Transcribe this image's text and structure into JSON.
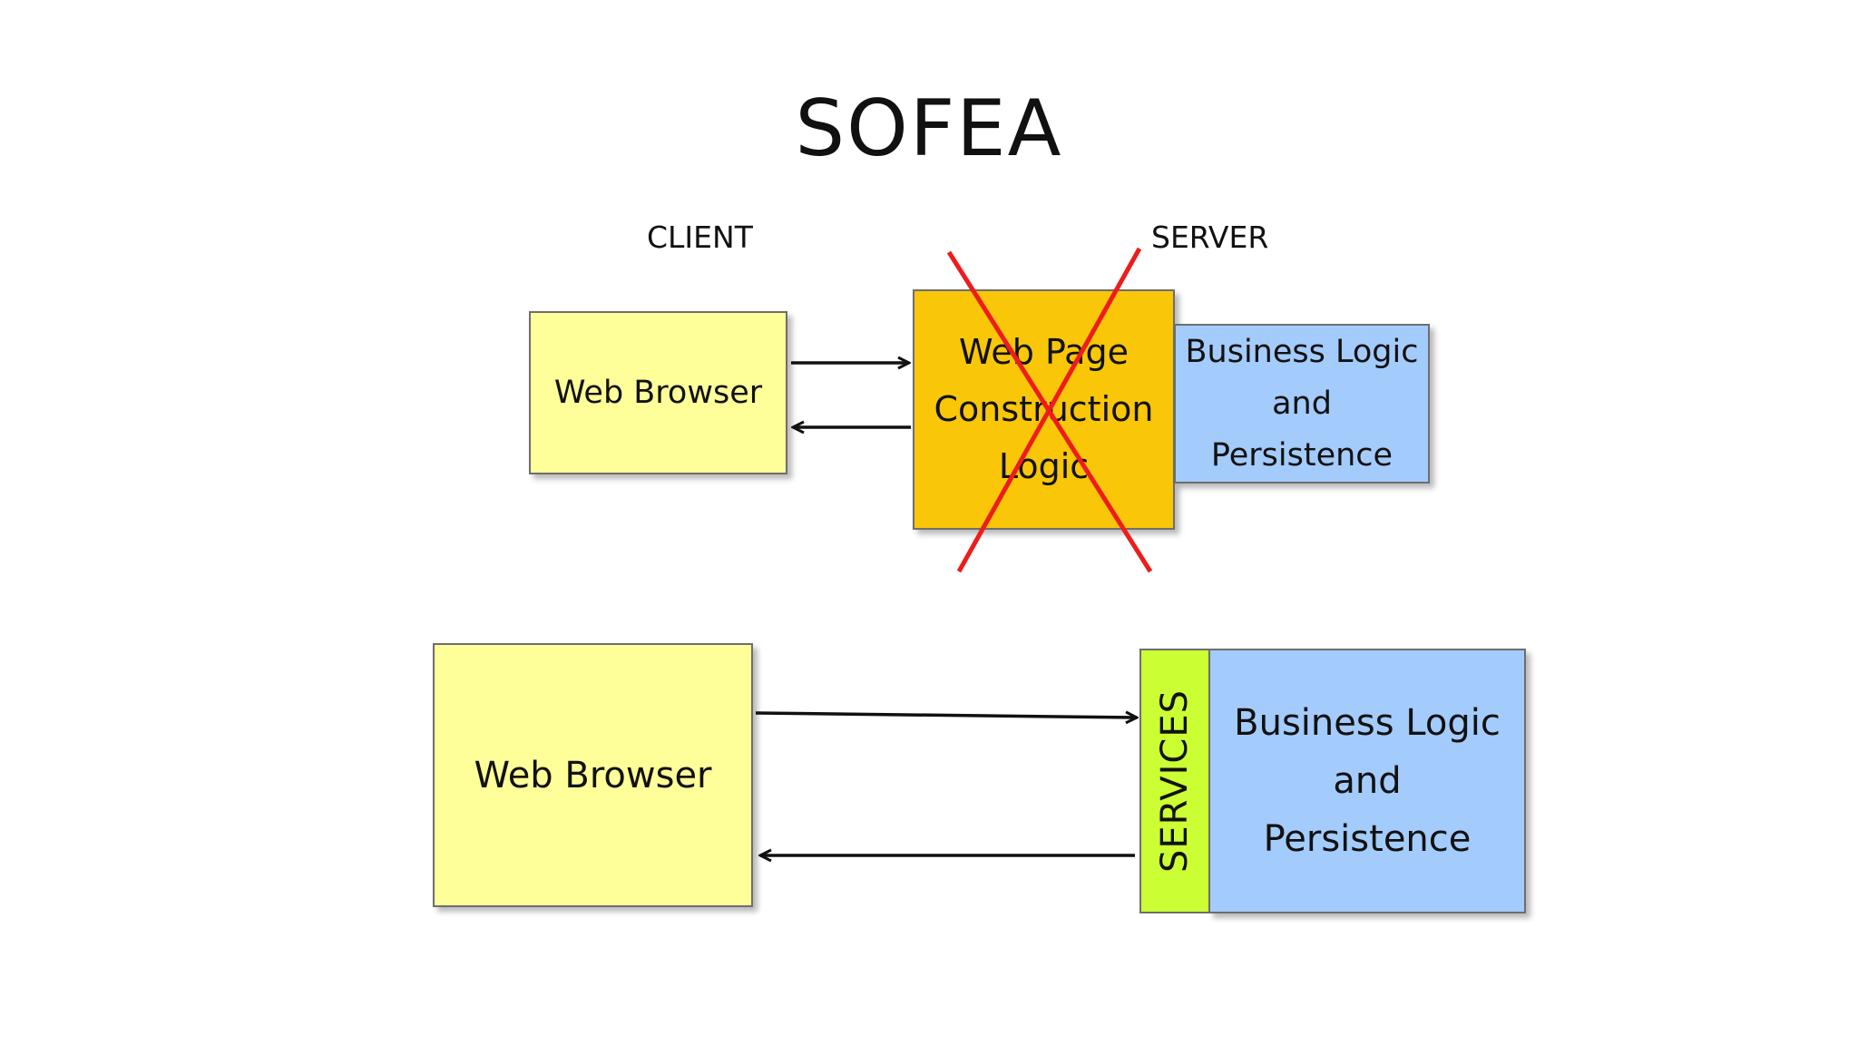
{
  "title": "SOFEA",
  "top_diagram": {
    "client_label": "CLIENT",
    "server_label": "SERVER",
    "browser_label": "Web Browser",
    "construction_label": "Web Page\nConstruction\nLogic",
    "business_label": "Business Logic\nand\nPersistence"
  },
  "bottom_diagram": {
    "browser_label": "Web Browser",
    "services_label": "SERVICES",
    "business_label": "Business Logic\nand\nPersistence"
  },
  "colors": {
    "browser_fill": "#ffff99",
    "construction_fill": "#f9c608",
    "business_fill": "#a3cbfb",
    "services_fill": "#ccff33",
    "cross_mark": "#ee1c1c",
    "arrow": "#111111"
  }
}
